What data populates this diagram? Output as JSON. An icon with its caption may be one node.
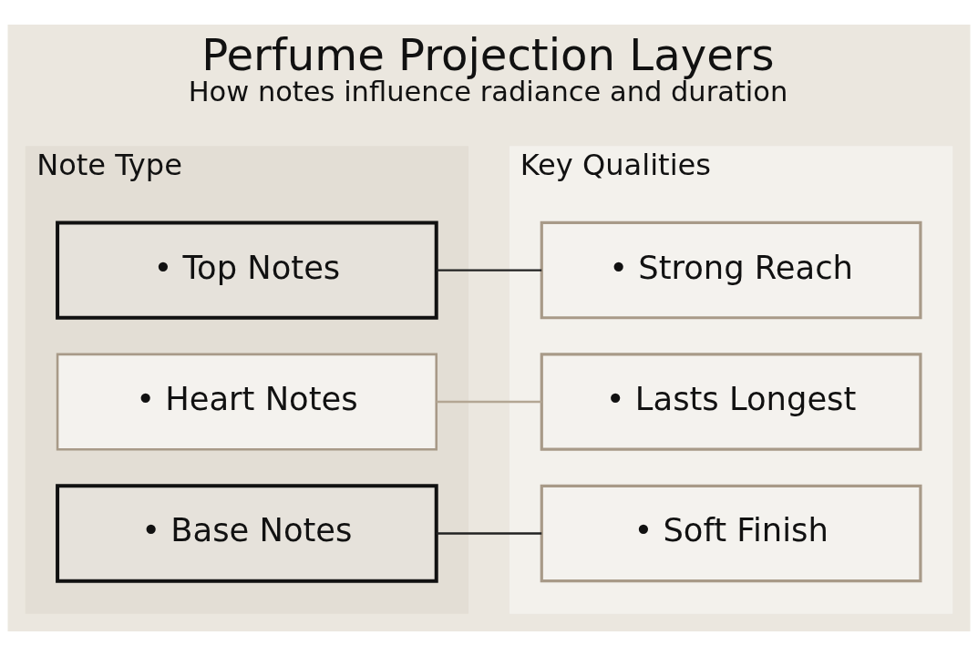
{
  "diagram": {
    "title": "Perfume Projection Layers",
    "caption": "How notes influence radiance and duration",
    "nodes": [
      {
        "text": [
          "Note Type"
        ]
      },
      {
        "text": [
          "• Top Notes"
        ],
        "in": 0
      },
      {
        "text": [
          "• Heart Notes"
        ],
        "in": 0
      },
      {
        "text": [
          "• Base Notes"
        ],
        "in": 0
      },
      {
        "text": [
          "Key Qualities"
        ]
      },
      {
        "text": [
          "• Strong Reach"
        ],
        "in": 4
      },
      {
        "text": [
          "• Lasts Longest"
        ],
        "in": 4
      },
      {
        "text": [
          "• Soft Finish"
        ],
        "in": 4
      }
    ],
    "edges": [
      {
        "from": 1,
        "to": 5,
        "arrow": "none"
      },
      {
        "from": 2,
        "to": 6,
        "arrow": "none",
        "color": "#b3a693"
      },
      {
        "from": 3,
        "to": 7,
        "arrow": "none"
      }
    ]
  }
}
